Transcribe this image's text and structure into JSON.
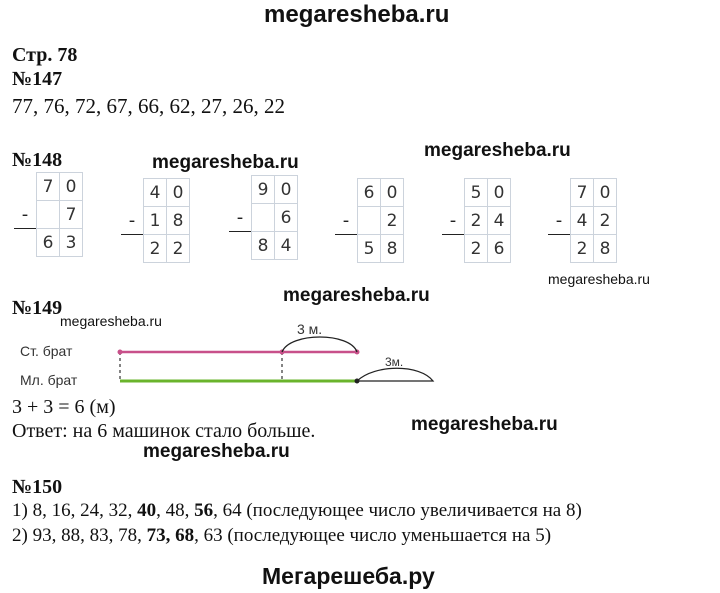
{
  "watermarks": {
    "top": "megaresheba.ru",
    "w148a": "megaresheba.ru",
    "w148b": "megaresheba.ru",
    "w148c": "megaresheba.ru",
    "w149a": "megaresheba.ru",
    "w149b": "megaresheba.ru",
    "w149c": "megaresheba.ru",
    "w149d": "megaresheba.ru",
    "bottom": "Мегарешеба.ру"
  },
  "page_ref": "Стр. 78",
  "task147": {
    "label": "№147",
    "answer": "77, 76, 72, 67, 66, 62, 27, 26, 22"
  },
  "task148": {
    "label": "№148",
    "minus": "-",
    "columns": [
      {
        "a": [
          "7",
          "0"
        ],
        "b": [
          "",
          "7"
        ],
        "r": [
          "6",
          "3"
        ]
      },
      {
        "a": [
          "4",
          "0"
        ],
        "b": [
          "1",
          "8"
        ],
        "r": [
          "2",
          "2"
        ]
      },
      {
        "a": [
          "9",
          "0"
        ],
        "b": [
          "",
          "6"
        ],
        "r": [
          "8",
          "4"
        ]
      },
      {
        "a": [
          "6",
          "0"
        ],
        "b": [
          "",
          "2"
        ],
        "r": [
          "5",
          "8"
        ]
      },
      {
        "a": [
          "5",
          "0"
        ],
        "b": [
          "2",
          "4"
        ],
        "r": [
          "2",
          "6"
        ]
      },
      {
        "a": [
          "7",
          "0"
        ],
        "b": [
          "4",
          "2"
        ],
        "r": [
          "2",
          "8"
        ]
      }
    ]
  },
  "task149": {
    "label": "№149",
    "diagram": {
      "older_label": "Ст.  брат",
      "younger_label": "Мл.  брат",
      "arc1_label": "3  м.",
      "arc2_label": "3м.",
      "older_color": "#c8508a",
      "younger_color": "#6ab42c"
    },
    "equation": "3 + 3 = 6 (м)",
    "answer": "Ответ: на 6 машинок стало больше."
  },
  "task150": {
    "label": "№150",
    "line1": {
      "prefix": "1)  8, 16, 24, 32, ",
      "b1": "40",
      "mid": ", 48, ",
      "b2": "56",
      "suffix": ", 64 (последующее число увеличивается на 8)"
    },
    "line2": {
      "prefix": "2) 93, 88, 83, 78, ",
      "b1": "73, 68",
      "suffix": ", 63 (последующее число уменьшается на 5)"
    }
  }
}
